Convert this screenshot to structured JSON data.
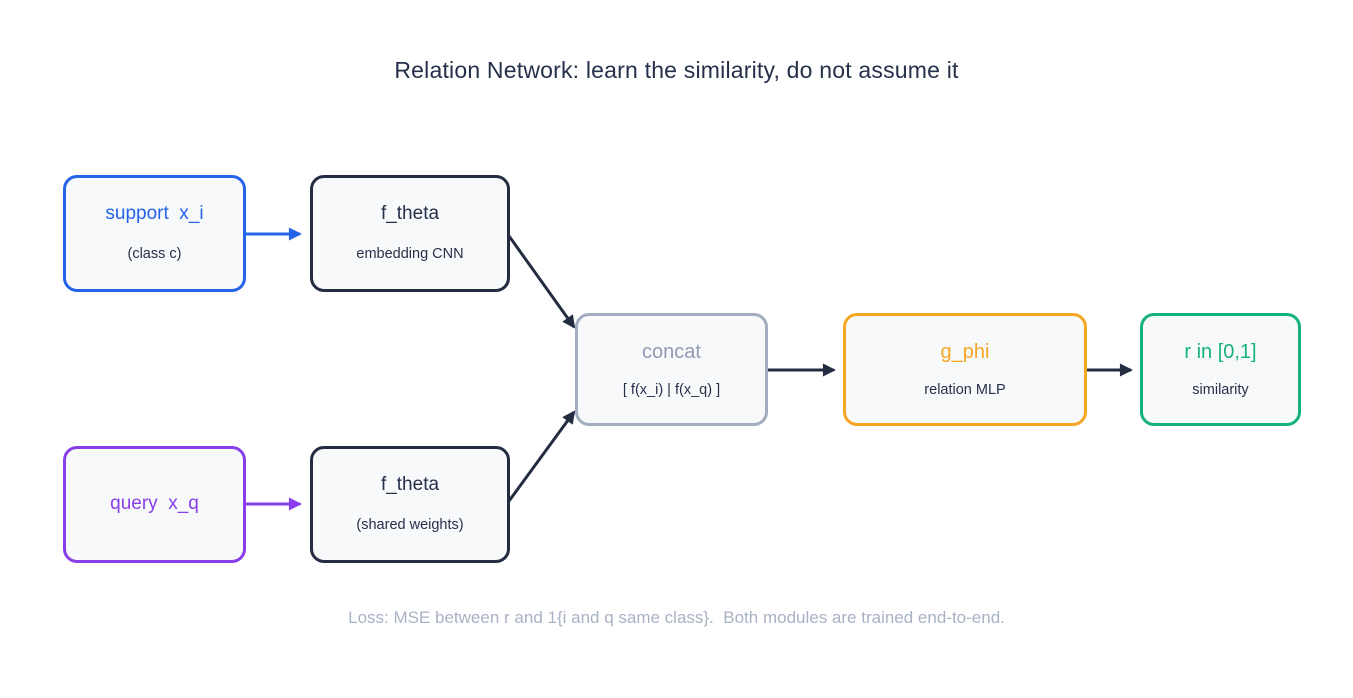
{
  "title": "Relation Network: learn the similarity, do not assume it",
  "footer": "Loss: MSE between r and 1{i and q same class}.  Both modules are trained end-to-end.",
  "nodes": {
    "support": {
      "label": "support  x_i",
      "sublabel": "(class c)",
      "accent": "#2563eb"
    },
    "embed_support": {
      "label": "f_theta",
      "sublabel": "embedding CNN",
      "accent": "#232c41"
    },
    "query": {
      "label": "query  x_q",
      "accent": "#883ee9"
    },
    "embed_query": {
      "label": "f_theta",
      "sublabel": "(shared weights)",
      "accent": "#232c41"
    },
    "concat": {
      "label": "concat",
      "sublabel": "[ f(x_i) | f(x_q) ]",
      "accent": "#a2adc0",
      "label_color": "#8f9cb4"
    },
    "relation": {
      "label": "g_phi",
      "sublabel": "relation MLP",
      "accent": "#f5a623"
    },
    "output": {
      "label": "r in [0,1]",
      "sublabel": "similarity",
      "accent": "#15b27b"
    }
  },
  "colors": {
    "text_dark": "#25304a",
    "muted_text": "#a9b2c4",
    "box_fill": "#f8f9fa",
    "background": "#ffffff",
    "arrow_dark": "#232c41",
    "arrow_blue": "#2563eb",
    "arrow_purple": "#883ee9"
  }
}
